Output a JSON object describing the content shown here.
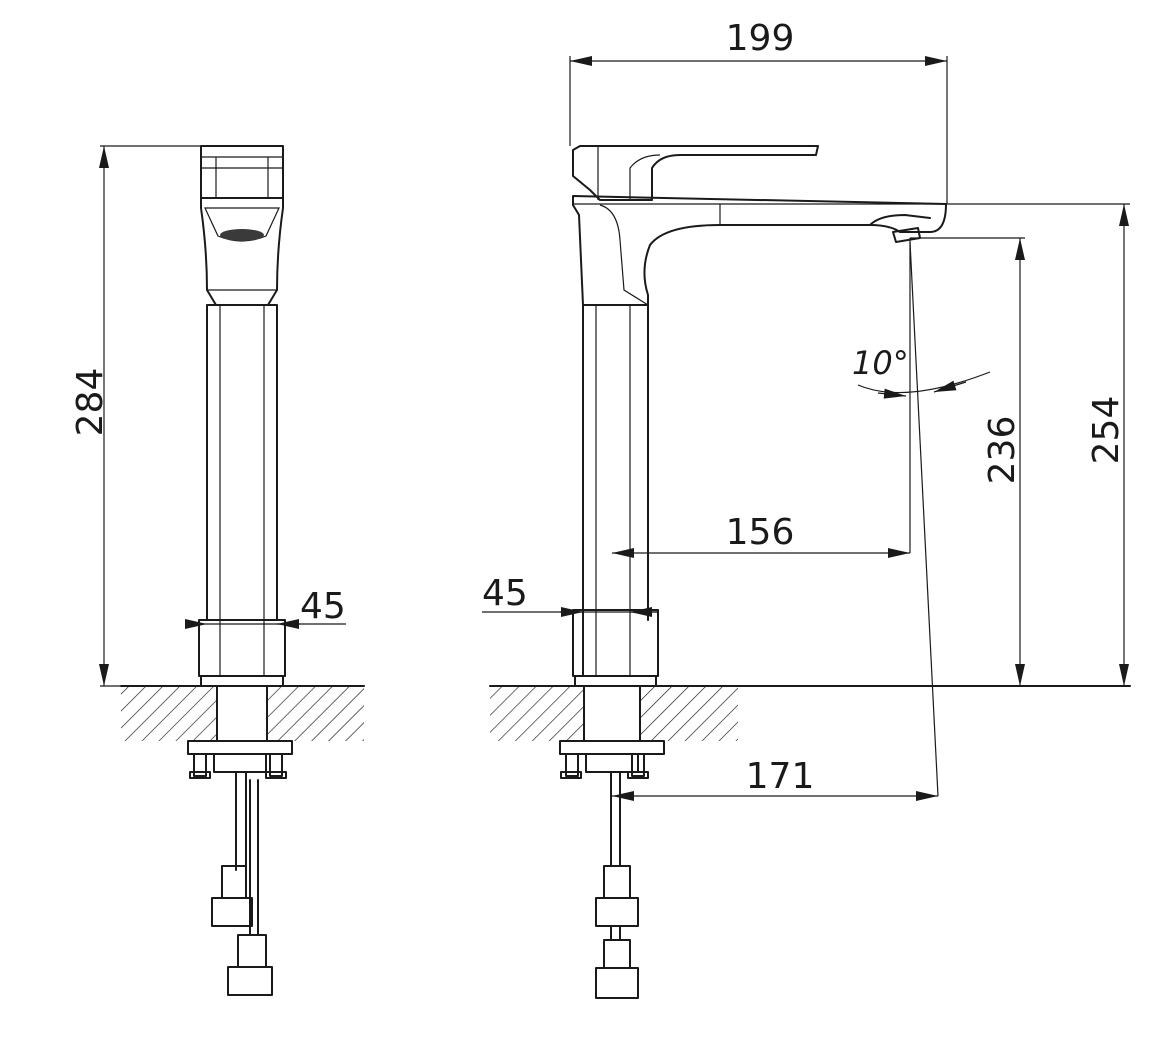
{
  "dimensions": {
    "front_height": "284",
    "front_base_width": "45",
    "side_total_width": "199",
    "side_base_width": "45",
    "spout_reach": "156",
    "hole_to_aerator": "171",
    "spout_clearance": "236",
    "spout_height": "254",
    "aerator_angle": "10°"
  },
  "colors": {
    "line": "#1a1a1a",
    "background": "#ffffff"
  }
}
